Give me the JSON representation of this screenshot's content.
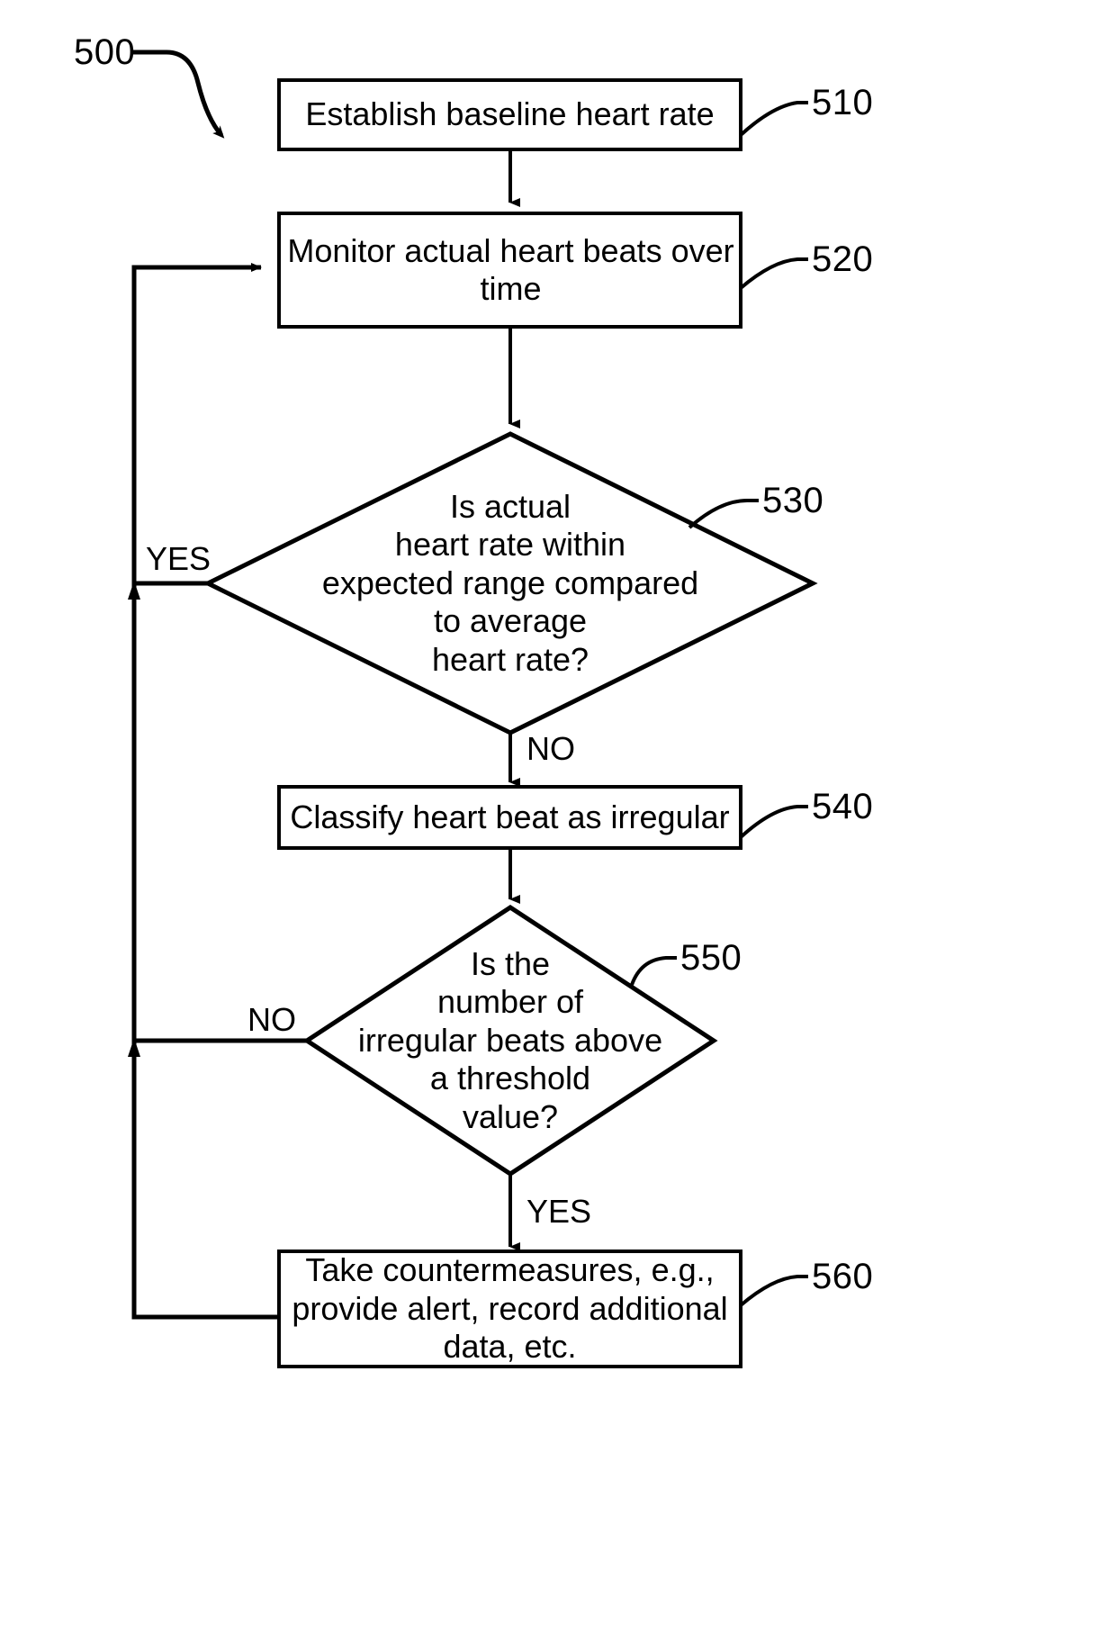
{
  "figure": {
    "reference_numeral": "500",
    "type": "process-flow-diagram"
  },
  "nodes": [
    {
      "id": "510",
      "shape": "rectangle",
      "ref": "510",
      "text": "Establish baseline heart rate"
    },
    {
      "id": "520",
      "shape": "rectangle",
      "ref": "520",
      "text": "Monitor actual heart beats over time"
    },
    {
      "id": "530",
      "shape": "diamond",
      "ref": "530",
      "text": "Is actual\nheart rate within\nexpected range compared\nto average\nheart rate?"
    },
    {
      "id": "540",
      "shape": "rectangle",
      "ref": "540",
      "text": "Classify heart beat as irregular"
    },
    {
      "id": "550",
      "shape": "diamond",
      "ref": "550",
      "text": "Is the\nnumber of\nirregular beats above\na threshold\nvalue?"
    },
    {
      "id": "560",
      "shape": "rectangle",
      "ref": "560",
      "text": "Take countermeasures, e.g.,\nprovide alert, record additional\ndata, etc."
    }
  ],
  "edge_labels": {
    "yes_530": "YES",
    "no_530": "NO",
    "no_550": "NO",
    "yes_550": "YES"
  },
  "colors": {
    "stroke": "#000000",
    "fill": "#ffffff",
    "text": "#000000"
  }
}
